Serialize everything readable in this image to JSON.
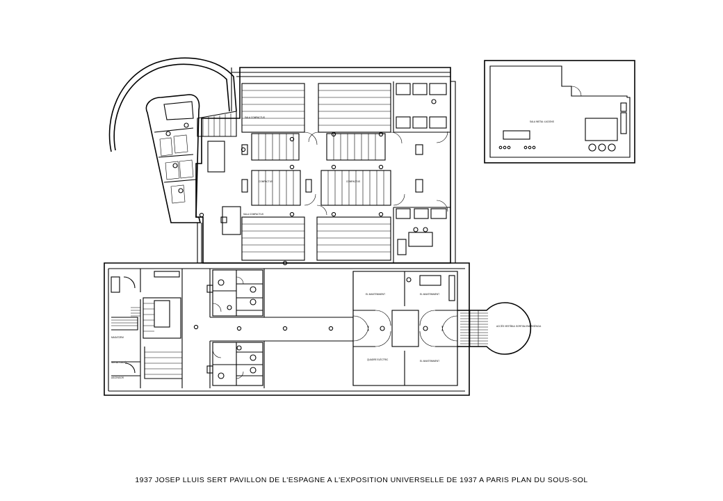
{
  "caption": "1937  JOSEP LLUIS  SERT  PAVILLON  DE  L'ESPAGNE  A  L'EXPOSITION  UNIVERSELLE  DE  1937  A  PARIS  PLAN  DU  SOUS-SOL",
  "plan_labels": {
    "sala_compactus_top": "SALA COMPACTUS",
    "compactus_left": "COMPACTUS",
    "compactus_right": "COMPACTUS",
    "sala_compactus_bottom": "SALA COMPACTUS",
    "sala_installacions": "SALA INSTAL·LACIONS",
    "manteniment_1": "EL MANTENIMENT",
    "manteniment_2": "EL MANTENIMENT",
    "quadre_electric": "QUADRE ELÈCTRIC",
    "manteniment_3": "EL MANTENIMENT",
    "annex_note": "ACCÉS VESTÍBUL SORTIDA EMERGÈNCIA"
  }
}
